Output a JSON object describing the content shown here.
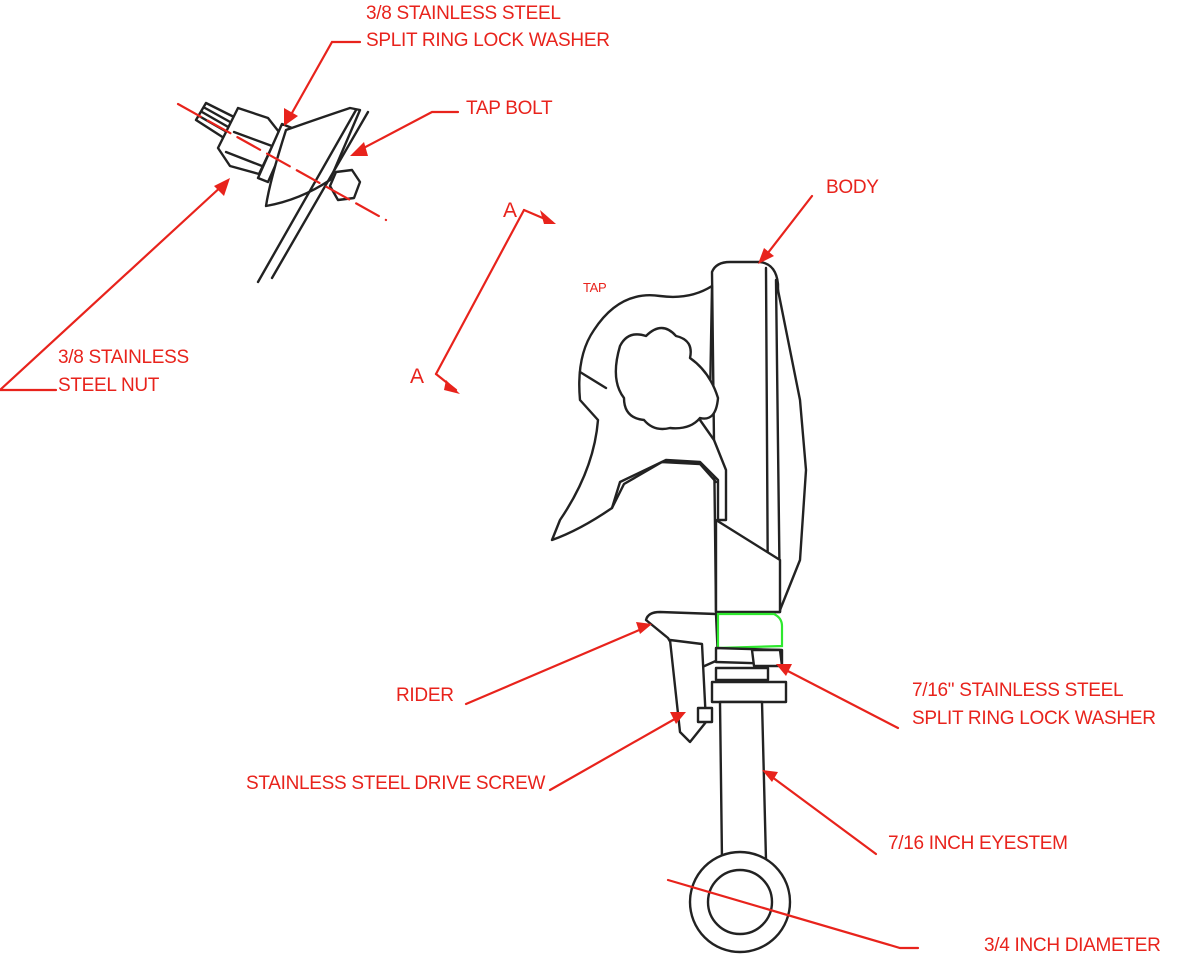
{
  "labels": {
    "split_washer_top_line1": "3/8 STAINLESS STEEL",
    "split_washer_top_line2": "SPLIT RING LOCK WASHER",
    "tap_bolt": "TAP BOLT",
    "nut_line1": "3/8 STAINLESS",
    "nut_line2": "STEEL NUT",
    "section_a_top": "A",
    "section_a_bottom": "A",
    "tap": "TAP",
    "body": "BODY",
    "rider": "RIDER",
    "split_washer_bottom_line1": "7/16\" STAINLESS STEEL",
    "split_washer_bottom_line2": "SPLIT RING LOCK WASHER",
    "drive_screw": "STAINLESS STEEL DRIVE SCREW",
    "eyestem": "7/16 INCH EYESTEM",
    "diameter": "3/4 INCH DIAMETER"
  },
  "colors": {
    "annotation": "#e8231c",
    "outline": "#222222",
    "highlight": "#2ee82e",
    "background": "#ffffff"
  }
}
